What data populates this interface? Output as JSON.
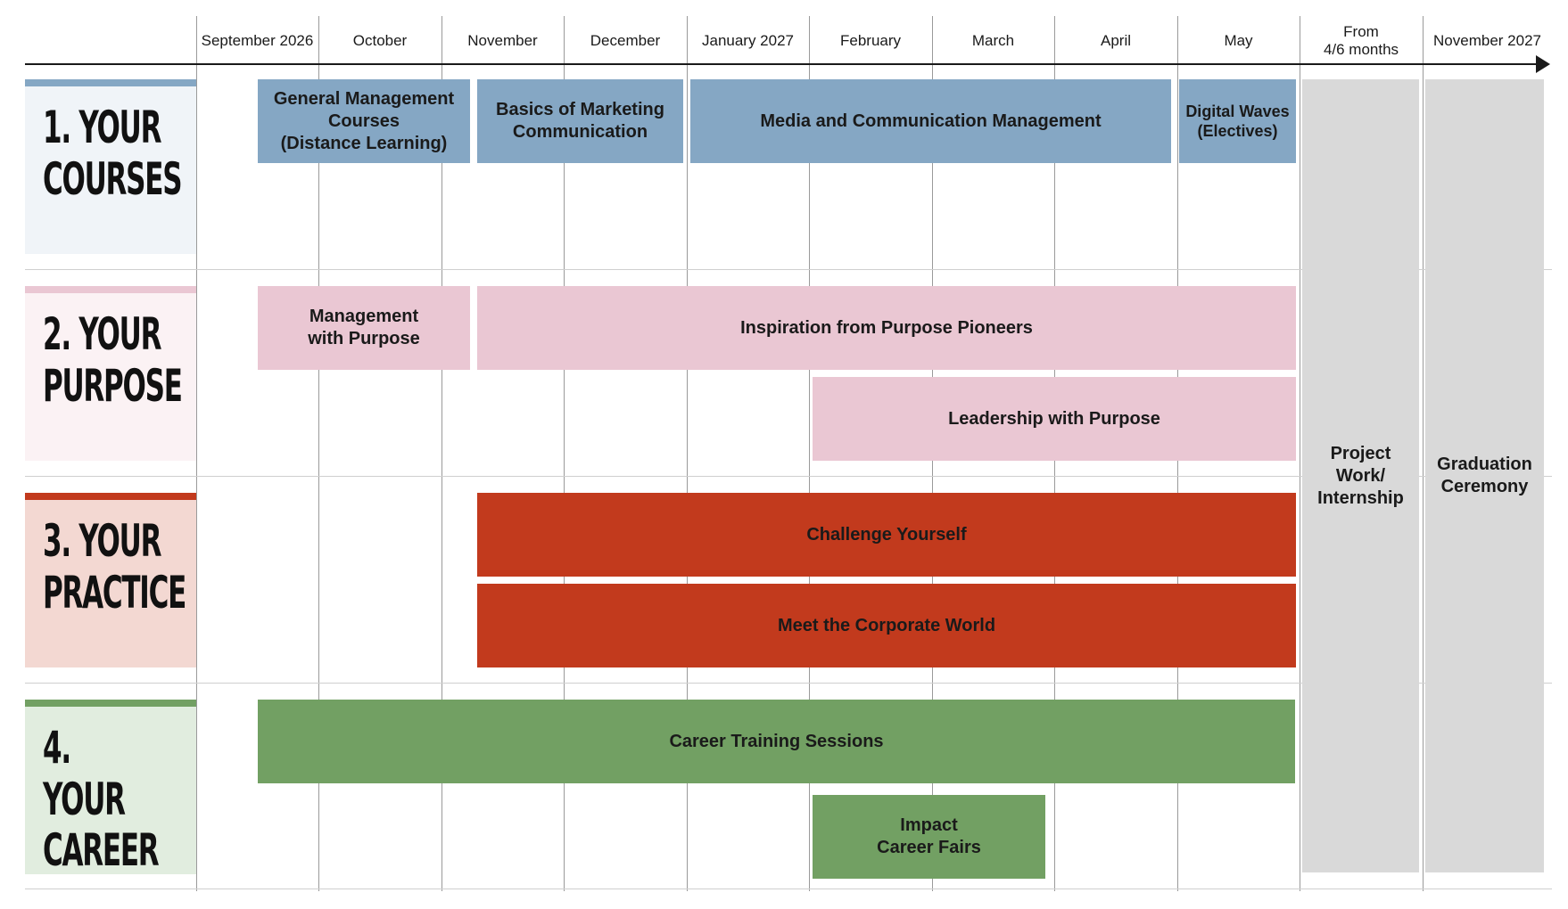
{
  "months": [
    "September 2026",
    "October",
    "November",
    "December",
    "January 2027",
    "February",
    "March",
    "April",
    "May",
    "From\n4/6 months",
    "November 2027"
  ],
  "sections": [
    {
      "title": "1. YOUR\nCOURSES",
      "color": "#85A7C4",
      "bg": "#F0F4F8"
    },
    {
      "title": "2. YOUR\nPURPOSE",
      "color": "#EAC7D3",
      "bg": "#FBF2F4"
    },
    {
      "title": "3. YOUR\nPRACTICE",
      "color": "#C23A1D",
      "bg": "#F3D8D2"
    },
    {
      "title": "4. YOUR\nCAREER",
      "color": "#72A063",
      "bg": "#E1EDDF"
    }
  ],
  "bars": {
    "general_management": "General Management\nCourses\n(Distance Learning)",
    "basics_marketing": "Basics of Marketing\nCommunication",
    "media_communication": "Media and Communication Management",
    "digital_waves": "Digital Waves\n(Electives)",
    "management_purpose": "Management\nwith Purpose",
    "inspiration_pioneers": "Inspiration from Purpose Pioneers",
    "leadership_purpose": "Leadership with Purpose",
    "challenge_yourself": "Challenge Yourself",
    "meet_corporate": "Meet the Corporate World",
    "career_training": "Career Training Sessions",
    "impact_fairs": "Impact\nCareer Fairs",
    "project_work": "Project\nWork/\nInternship",
    "graduation": "Graduation\nCeremony"
  },
  "colors": {
    "courses": "#85A7C4",
    "purpose": "#EAC7D3",
    "practice": "#C23A1D",
    "career": "#72A063",
    "grey_column": "#D9D9D9"
  }
}
